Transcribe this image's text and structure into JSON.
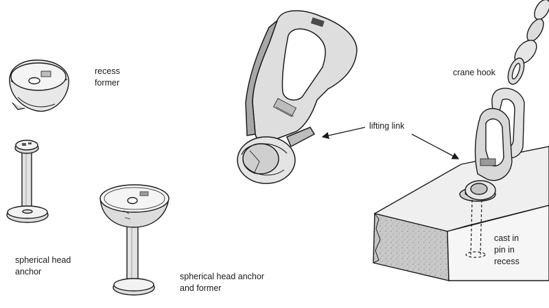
{
  "labels": {
    "recess_former": [
      "recess",
      "former"
    ],
    "spherical_head_anchor": [
      "spherical head",
      "anchor"
    ],
    "spherical_head_anchor_and_former": [
      "spherical head anchor",
      "and former"
    ],
    "lifting_link": "lifting link",
    "crane_hook": "crane hook",
    "cast_in_pin": [
      "cast in",
      "pin in",
      "recess"
    ]
  },
  "colors": {
    "line": "#1a1a1a",
    "metal": "#e4e4e4",
    "metal_dark": "#9a9a9a",
    "concrete": "#cfcfcf",
    "concrete_top": "#ededed"
  }
}
